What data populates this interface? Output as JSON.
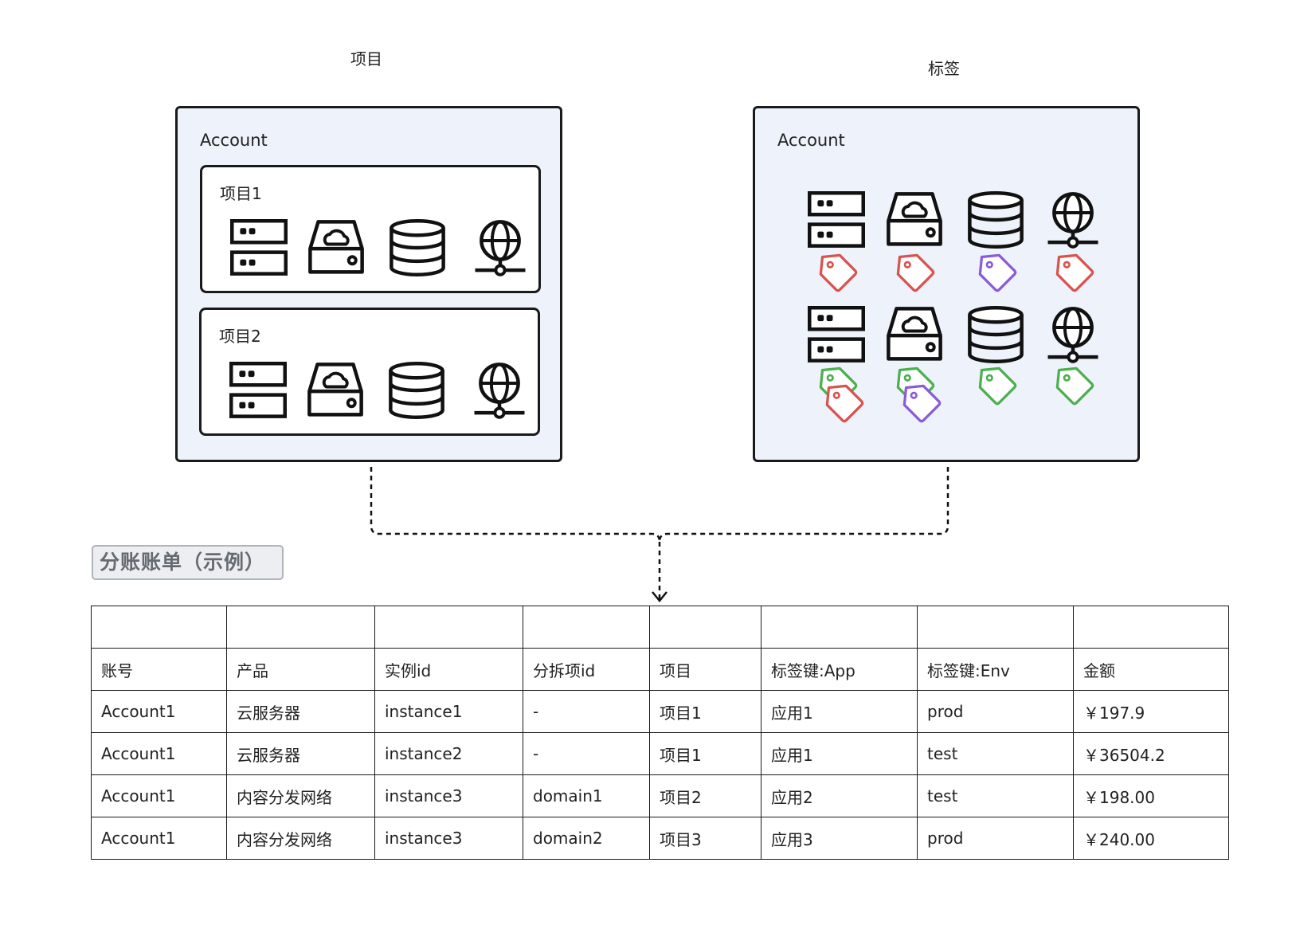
{
  "left_title": "项目",
  "right_title": "标签",
  "left_account": {
    "label": "Account",
    "projects": [
      {
        "label": "项目1"
      },
      {
        "label": "项目2"
      }
    ]
  },
  "right_account": {
    "label": "Account"
  },
  "icons": [
    "server-icon",
    "cloud-storage-icon",
    "database-icon",
    "network-globe-icon"
  ],
  "tag_colors": {
    "red": "#d9534f",
    "purple": "#8a5cd8",
    "green": "#4caf50"
  },
  "bill_label": "分账账单（示例）",
  "table": {
    "header": [
      "账号",
      "产品",
      "实例id",
      "分拆项id",
      "项目",
      "标签键:App",
      "标签键:Env",
      "金额"
    ],
    "rows": [
      [
        "Account1",
        "云服务器",
        "instance1",
        "-",
        "项目1",
        "应用1",
        "prod",
        "￥197.9"
      ],
      [
        "Account1",
        "云服务器",
        "instance2",
        "-",
        "项目1",
        "应用1",
        "test",
        "￥36504.2"
      ],
      [
        "Account1",
        "内容分发网络",
        "instance3",
        "domain1",
        "项目2",
        "应用2",
        "test",
        "￥198.00"
      ],
      [
        "Account1",
        "内容分发网络",
        "instance3",
        "domain2",
        "项目3",
        "应用3",
        "prod",
        "￥240.00"
      ]
    ]
  }
}
